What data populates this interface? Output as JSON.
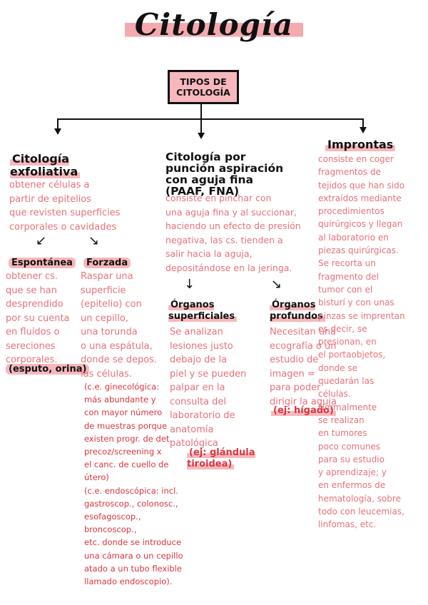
{
  "title": "Citología",
  "box": "TIPOS DE\nCITOLOGÍA",
  "col1": {
    "heading": "Citología\nexfoliativa",
    "intro": "obtener células a\npartir de epitelios\nque revisten superficies\ncorporales o cavidades",
    "left_label": "Espontánea",
    "left_text": "obtener cs.\nque se han\ndesprendido\npor su cuenta\nen fluidos o\nsereciones\ncorporales.",
    "left_example": "(esputo, orina)",
    "right_label": "Forzada",
    "right_text": "Raspar una\nsuperficie\n(epitelio) con\nun cepillo,\nuna torunda\no una espátula,\ndonde se depos.\nlas células.",
    "right_detail": "(c.e. ginecológica:\nmás abundante y\ncon mayor número\nde muestras porque\nexisten progr. de det.\nprecoz/screening x\nel canc. de cuello de\nútero)\n(c.e. endoscópica: incl.\ngastroscop., colonosc.,\nesofagoscop., broncoscop.,\netc. donde se introduce\nuna cámara o un cepillo\natado a un tubo flexible\nllamado endoscopio)."
  },
  "col2": {
    "heading": "Citología por\npunción aspiración\ncon aguja fina\n(PAAF, FNA)",
    "intro": "consiste en pinchar con\nuna aguja fina y al succionar,\nhaciendo un efecto de presión\nnegativa, las cs. tienden a\nsalir hacia la aguja,\ndepositándose en la jeringa.",
    "left_label": "Órganos\nsuperficiales",
    "left_text": "Se analizan\nlesiones justo\ndebajo de la\npiel y se pueden\npalpar en la\nconsulta del\nlaboratorio de\nanatomía\npatológica",
    "left_example": "(ej: glándula\ntiroidea)",
    "right_label": "Órganos\nprofundos",
    "right_text": "Necesitan una\necografía o un\nestudio de\nimagen =\npara poder\ndirigir la aguja",
    "right_example": "(ej: hígado)"
  },
  "col3": {
    "heading": "Improntas",
    "text": "consiste en coger\nfragmentos de\ntejidos que han sido\nextraídos mediante\nprocedimientos\nquirúrgicos y llegan\nal laboratorio en\npiezas quirúrgicas.\nSe recorta un\nfragmento del\ntumor con el\nbisturí y con unas\npinzas se imprentan\nes decir, se\npresionan, en\nel portaobjetos,\ndonde se\nquedarán las\ncélulas.\nNormalmente\nse realizan\nen tumores\npoco comunes\npara su estudio\ny aprendizaje; y\nen enfermos de\nhematología, sobre\ntodo con leucemias,\nlinfomas, etc."
  }
}
